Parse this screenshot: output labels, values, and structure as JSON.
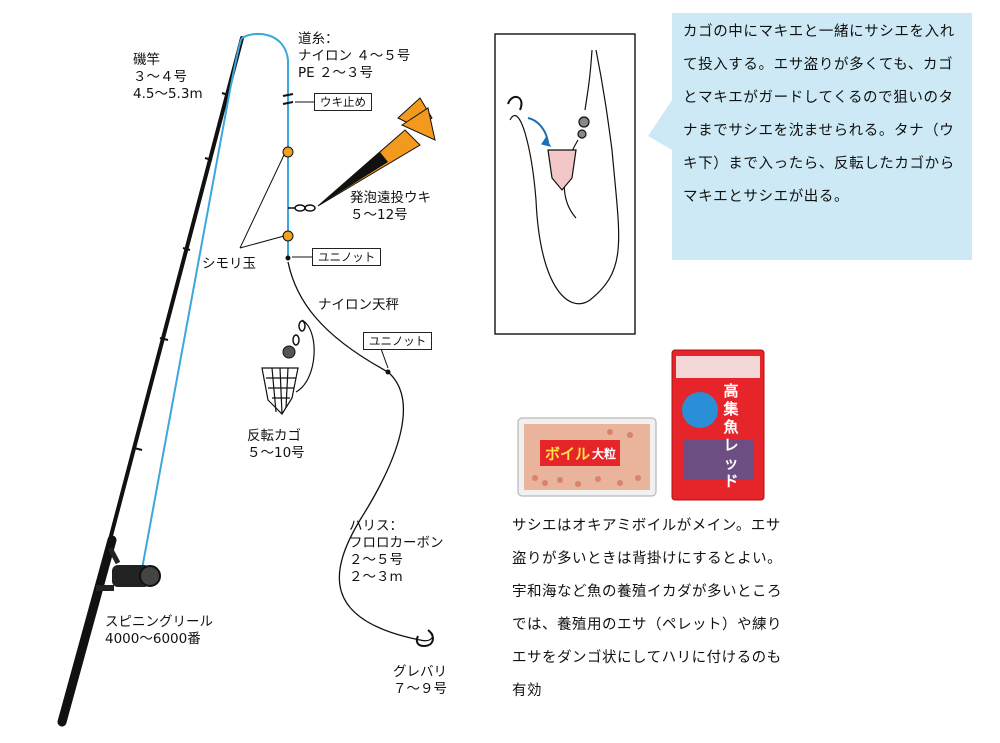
{
  "labels": {
    "rod": "磯竿\n３～４号\n4.5～5.3m",
    "mainline": "道糸：\nナイロン ４～５号\nPE ２～３号",
    "uki_stop": "ウキ止め",
    "float": "発泡遠投ウキ\n５～12号",
    "shimoridama": "シモリ玉",
    "uni_knot_1": "ユニノット",
    "nylon_tenbin": "ナイロン天秤",
    "uni_knot_2": "ユニノット",
    "kago": "反転カゴ\n５～10号",
    "harisu": "ハリス：\nフロロカーボン\n２～５号\n２～３m",
    "reel": "スピニングリール\n4000～6000番",
    "hook": "グレバリ\n７～９号"
  },
  "callout": {
    "text": "カゴの中にマキエと一緒にサシエを入れて投入する。エサ盗りが多くても、カゴとマキエがガードしてくるので狙いのタナまでサシエを沈ませられる。タナ（ウキ下）まで入ったら、反転したカゴからマキエとサシエが出る。"
  },
  "sashie": {
    "text": "サシエはオキアミボイルがメイン。エサ盗りが多いときは背掛けにするとよい。宇和海など魚の養殖イカダが多いところでは、養殖用のエサ（ペレット）や練りエサをダンゴ状にしてハリに付けるのも有効"
  },
  "products": {
    "boil_main": "ボイル",
    "boil_size": "大粒",
    "red_main": "高集魚レッド"
  },
  "colors": {
    "line_blue": "#3aa8dc",
    "float_orange": "#f39a1e",
    "callout_bg": "#cde9f6",
    "bead_orange": "#f2a21a",
    "package_red": "#e5252a"
  }
}
